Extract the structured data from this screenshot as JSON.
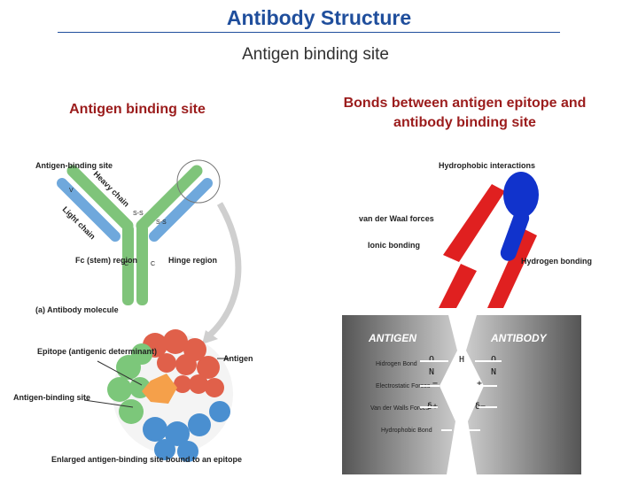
{
  "header": {
    "title": "Antibody Structure",
    "subtitle": "Antigen binding site"
  },
  "left_panel": {
    "caption": "Antigen binding site",
    "labels": {
      "antigen_binding_site": "Antigen-binding site",
      "heavy_chain": "Heavy chain",
      "light_chain": "Light chain",
      "v": "V",
      "c": "C",
      "ss": "S-S",
      "fc_region": "Fc (stem) region",
      "hinge_region": "Hinge region",
      "panel_a": "(a) Antibody molecule",
      "epitope": "Epitope (antigenic determinant)",
      "antigen": "Antigen",
      "antigen_binding_site_lower": "Antigen-binding site",
      "bottom_caption": "Enlarged antigen-binding site bound to an epitope"
    }
  },
  "right_panel": {
    "caption": "Bonds between antigen epitope and antibody binding site",
    "upper_labels": {
      "hydrophobic": "Hydrophobic interactions",
      "van_der_waals": "van der Waal forces",
      "ionic": "Ionic bonding",
      "hydrogen": "Hydrogen bonding"
    },
    "lower_labels": {
      "antigen": "ANTIGEN",
      "antibody": "ANTIBODY",
      "hydrogen_bond": "Hidrogen Bond",
      "electrostatic": "Electrostatic Forces",
      "van_der_walls": "Van der Walls Forces",
      "hydrophobic_bond": "Hydrophobic Bond"
    },
    "chem": {
      "o": "O",
      "h": "H",
      "n": "N",
      "minus": "−",
      "plus": "+",
      "d_plus": "δ+",
      "d_minus": "δ−"
    }
  }
}
